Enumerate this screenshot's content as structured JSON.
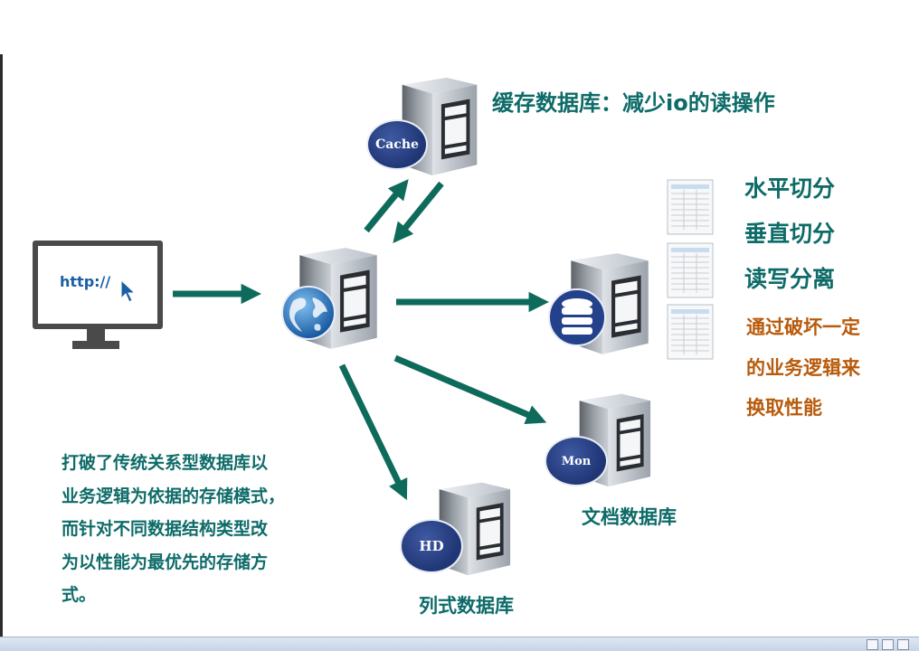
{
  "client": {
    "url_text": "http://"
  },
  "servers": {
    "cache": {
      "badge": "Cache",
      "label": "缓存数据库：减少io的读操作"
    },
    "web": {
      "badge": "globe"
    },
    "relational": {
      "badge": "database",
      "splits": [
        "水平切分",
        "垂直切分",
        "读写分离"
      ]
    },
    "document": {
      "badge": "Mon",
      "label": "文档数据库"
    },
    "column": {
      "badge": "HD",
      "label": "列式数据库"
    }
  },
  "tradeoff_note": [
    "通过破坏一定",
    "的业务逻辑来",
    "换取性能"
  ],
  "summary_note": [
    "打破了传统关系型数据库以",
    "业务逻辑为依据的存储模式，",
    "而针对不同数据结构类型改",
    "为以性能为最优先的存储方",
    "式。"
  ],
  "colors": {
    "arrow": "#0e6b5c",
    "teal_text": "#0d6b68",
    "orange_text": "#b85a0b",
    "badge": "#253f86"
  }
}
